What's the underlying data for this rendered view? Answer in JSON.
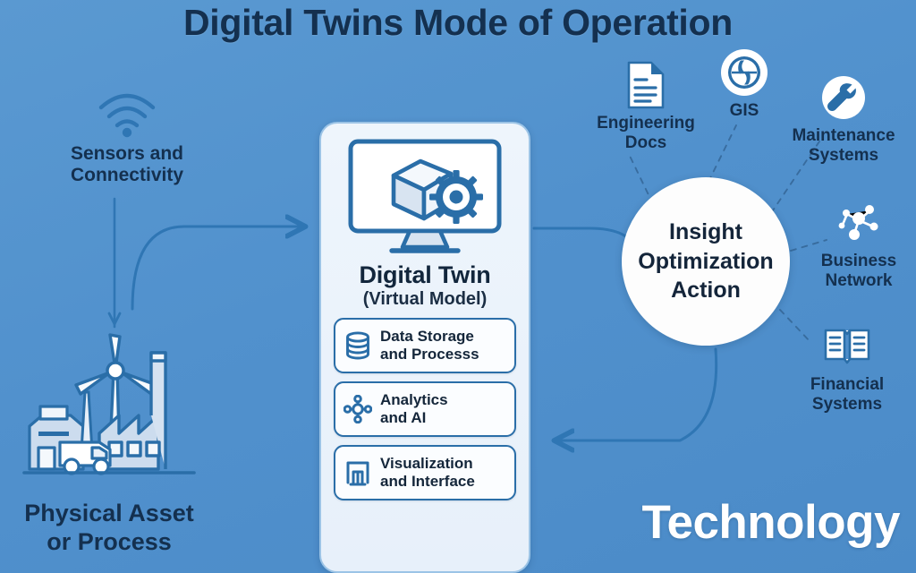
{
  "title": "Digital Twins Mode of Operation",
  "watermark": "Technology",
  "colors": {
    "background": "#5191cd",
    "title_text": "#14304f",
    "accent_blue": "#2a6ea8",
    "line_blue": "#2f76b4",
    "card_fill": "#eef5fc",
    "circle_fill": "#fdfdfd",
    "white": "#ffffff"
  },
  "left": {
    "sensors": {
      "label": "Sensors and\nConnectivity",
      "line1": "Sensors and",
      "line2": "Connectivity",
      "icon": "wifi-signal-icon"
    },
    "physical_asset": {
      "label": "Physical Asset\nor Process",
      "line1": "Physical Asset",
      "line2": "or Process",
      "icon": "factory-wind-turbine-truck-icon"
    }
  },
  "center": {
    "icon": "monitor-cube-gear-icon",
    "title": "Digital Twin",
    "subtitle": "(Virtual Model)",
    "capabilities": [
      {
        "line1": "Data Storage",
        "line2": "and Processs",
        "icon": "database-icon"
      },
      {
        "line1": "Analytics",
        "line2": "and AI",
        "icon": "network-hub-icon"
      },
      {
        "line1": "Visualization",
        "line2": "and Interface",
        "icon": "dashboard-chart-icon"
      }
    ]
  },
  "right": {
    "insight": {
      "line1": "Insight",
      "line2": "Optimization",
      "line3": "Action"
    },
    "systems": [
      {
        "line1": "Engineering",
        "line2": "Docs",
        "icon": "document-icon"
      },
      {
        "line1": "GIS",
        "line2": "",
        "icon": "globe-icon"
      },
      {
        "line1": "Maintenance",
        "line2": "Systems",
        "icon": "wrench-icon"
      },
      {
        "line1": "Business",
        "line2": "Network",
        "icon": "network-nodes-icon"
      },
      {
        "line1": "Financial",
        "line2": "Systems",
        "icon": "open-book-icon"
      }
    ]
  }
}
